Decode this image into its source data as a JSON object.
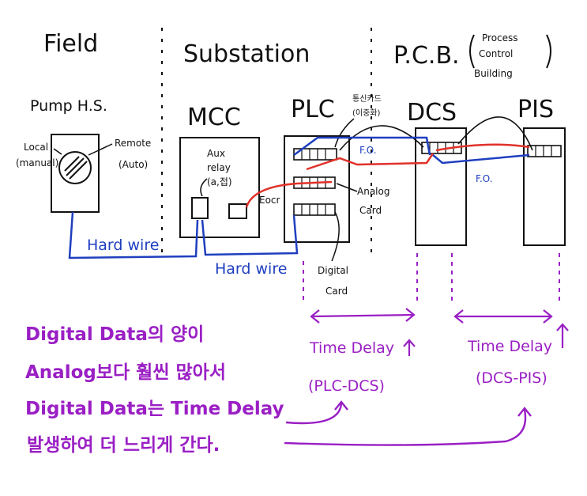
{
  "zones": {
    "field": "Field",
    "substation": "Substation",
    "pcb": "P.C.B.",
    "pcb_full": [
      "Process",
      "Control",
      "Building"
    ]
  },
  "field": {
    "pump_label": "Pump H.S.",
    "local_label": [
      "Local",
      "(manual)"
    ],
    "remote_label": [
      "Remote",
      "(Auto)"
    ]
  },
  "substation": {
    "mcc_label": "MCC",
    "plc_label": "PLC",
    "aux_relay_label": [
      "Aux",
      "relay",
      "(a,접)"
    ],
    "eocr_label": "Eocr",
    "analog_card_label": [
      "Analog",
      "Card"
    ],
    "digital_card_label": [
      "Digital",
      "Card"
    ],
    "comm_label": [
      "통신카드",
      "(이중화)"
    ]
  },
  "pcb": {
    "dcs_label": "DCS",
    "pis_label": "PIS"
  },
  "links": {
    "hardwire_1": "Hard wire",
    "hardwire_2": "Hard wire",
    "fo_1": "F.O.",
    "fo_2": "F.O."
  },
  "delays": {
    "plc_dcs_title": "Time Delay",
    "plc_dcs_range": "(PLC-DCS)",
    "dcs_pis_title": "Time Delay",
    "dcs_pis_range": "(DCS-PIS)"
  },
  "note": {
    "lines": [
      "Digital Data의 양이",
      "Analog보다 훨씬 많아서",
      "Digital Data는 Time Delay",
      "발생하여 더 느리게 간다."
    ]
  },
  "colors": {
    "ink": "#111111",
    "wire_blue": "#1f3fbf",
    "wire_red": "#e0322a",
    "annotation_purple": "#9a1fc4"
  }
}
